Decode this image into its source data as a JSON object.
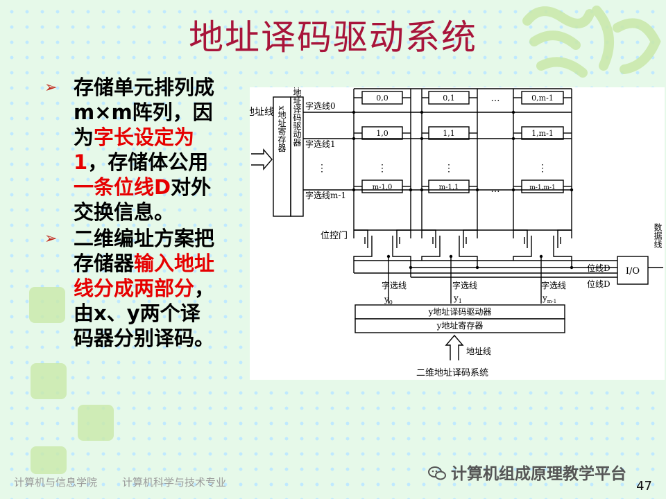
{
  "slide": {
    "title": "地址译码驱动系统",
    "page_number": "47"
  },
  "bullets": [
    {
      "parts": [
        {
          "text": "存储单元排列成m×m阵列，因为",
          "hl": false
        },
        {
          "text": "字长设定为1",
          "hl": true
        },
        {
          "text": "，存储体公用",
          "hl": false
        },
        {
          "text": "一条位线D",
          "hl": true
        },
        {
          "text": "对外交换信息。",
          "hl": false
        }
      ]
    },
    {
      "parts": [
        {
          "text": "二维编址方案把存储器",
          "hl": false
        },
        {
          "text": "输入地址线分成两部分",
          "hl": true
        },
        {
          "text": "，由x、y两个译码器分别译码。",
          "hl": false
        }
      ]
    }
  ],
  "diagram": {
    "caption": "二维地址译码系统",
    "addr_left": "地址线",
    "x_register": "x地址寄存器",
    "x_driver": "x地址译码驱动器",
    "word_lines": [
      "字选线0",
      "字选线1",
      "字选线m-1"
    ],
    "ellipsis_h": "…",
    "ellipsis_v": "⋮",
    "cells": {
      "row0": [
        "0,0",
        "0,1",
        "0,m-1"
      ],
      "row1": [
        "1,0",
        "1,1",
        "1,m-1"
      ],
      "rowm": [
        "m-1,0",
        "m-1,1",
        "m-1,m-1"
      ]
    },
    "bit_gate": "位控门",
    "bit_line_d": "位线D",
    "io": "I/O",
    "data_line": "数据线",
    "col_select": "字选线",
    "y_labels": [
      {
        "base": "y",
        "sub": "0"
      },
      {
        "base": "y",
        "sub": "1"
      },
      {
        "base": "y",
        "sub": "m-1"
      }
    ],
    "y_driver": "y地址译码驱动器",
    "y_register": "y地址寄存器",
    "addr_bottom": "地址线"
  },
  "footer": {
    "college": "计算机与信息学院",
    "major": "计算机科学与技术专业",
    "wechat": "计算机组成原理教学平台"
  },
  "colors": {
    "title": "#a8143a",
    "highlight": "#e60000",
    "bullet_mark": "#c0281e",
    "deco": "#c9e8a9"
  }
}
